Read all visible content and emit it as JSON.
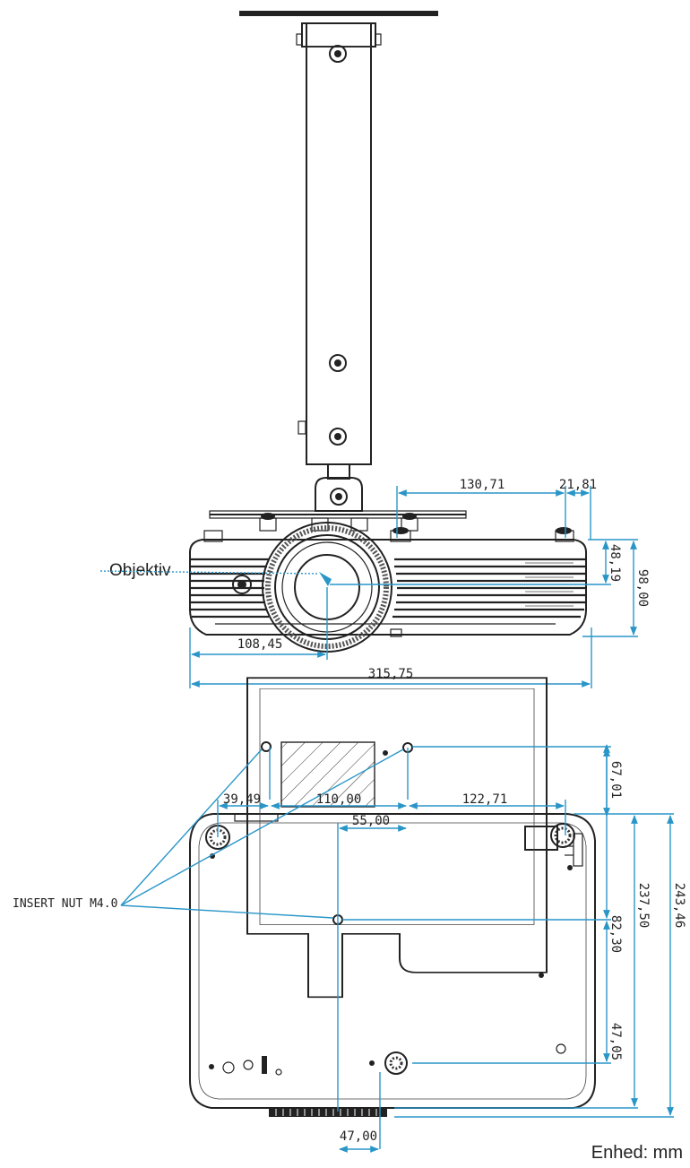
{
  "callouts": {
    "lens": "Objektiv",
    "insert_nut": "INSERT NUT M4.0",
    "unit": "Enhed: mm"
  },
  "front_view": {
    "d1": "130,71",
    "d2": "21,81",
    "d3": "48,19",
    "d4": "98,00",
    "d5": "108,45",
    "d6": "315,75"
  },
  "bottom_view": {
    "d1": "39,49",
    "d2": "110,00",
    "d3": "122,71",
    "d4": "55,00",
    "d5": "67,01",
    "d6": "82,30",
    "d7": "47,05",
    "d8": "237,50",
    "d9": "243,46",
    "d10": "47,00"
  },
  "colors": {
    "dimension_line": "#2a96c8",
    "drawing_line": "#222222"
  }
}
